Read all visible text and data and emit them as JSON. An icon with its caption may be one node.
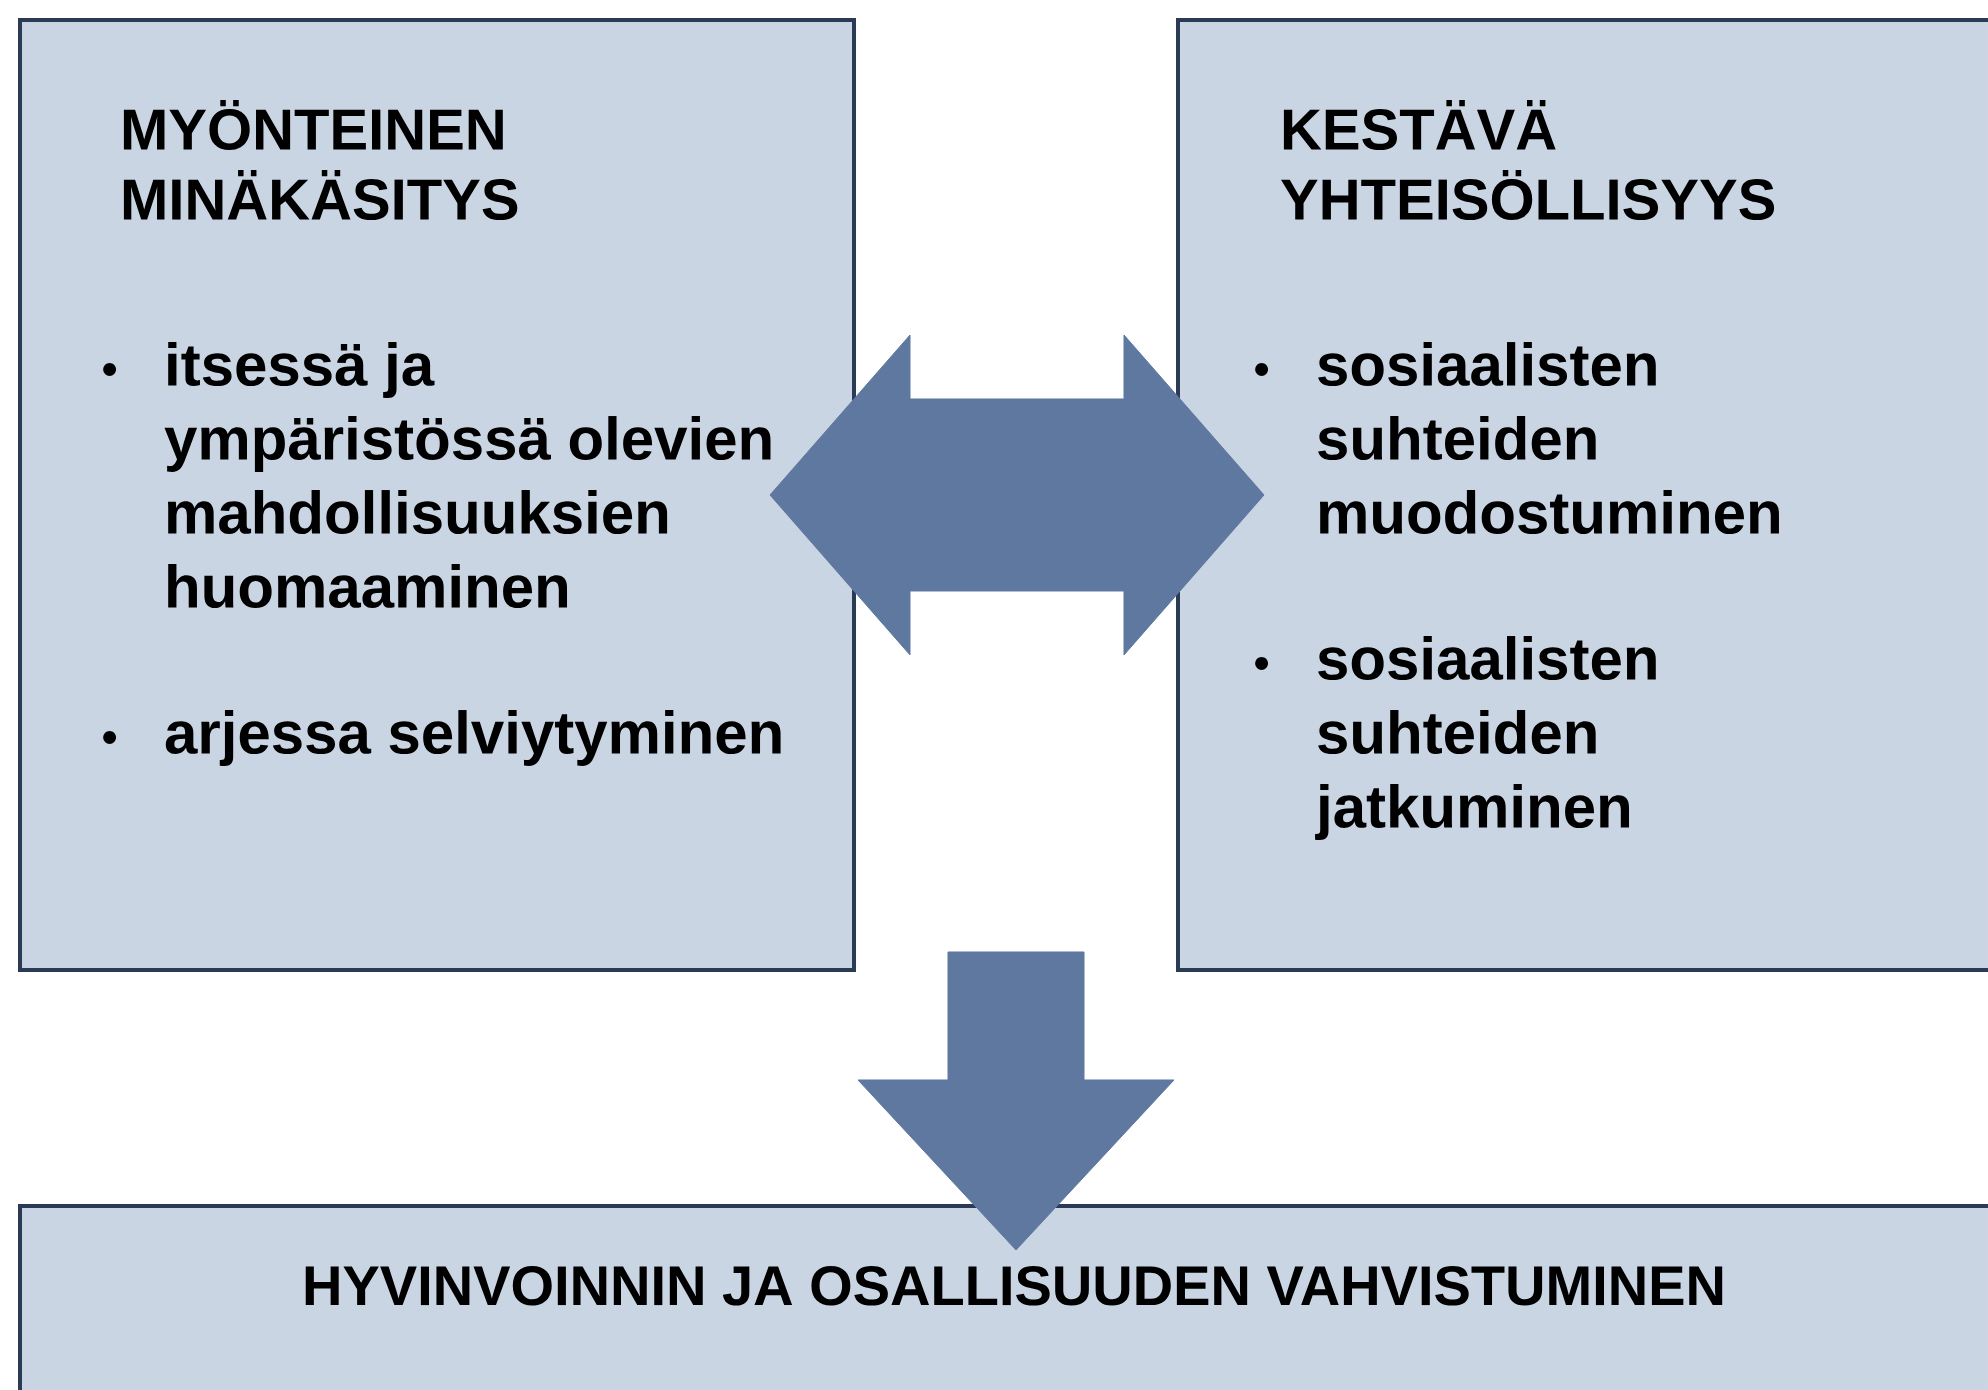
{
  "diagram": {
    "nodes": [
      {
        "text": [
          "MYÖNTEINEN MINÄKÄSITYS",
          "itsessä ja ympäristössä olevien mahdollisuuksien huomaaminen",
          "arjessa selviytyminen"
        ]
      },
      {
        "text": [
          "KESTÄVÄ YHTEISÖLLISYYS",
          "sosiaalisten suhteiden muodostuminen",
          "sosiaalisten suhteiden jatkuminen"
        ]
      },
      {
        "text": [
          "HYVINVOINNIN JA OSALLISUUDEN VAHVISTUMINEN"
        ]
      }
    ],
    "edges": [
      {
        "from": 0,
        "to": 1,
        "arrow": "both"
      },
      {
        "from": null,
        "to": 2,
        "arrow": "to"
      }
    ]
  }
}
